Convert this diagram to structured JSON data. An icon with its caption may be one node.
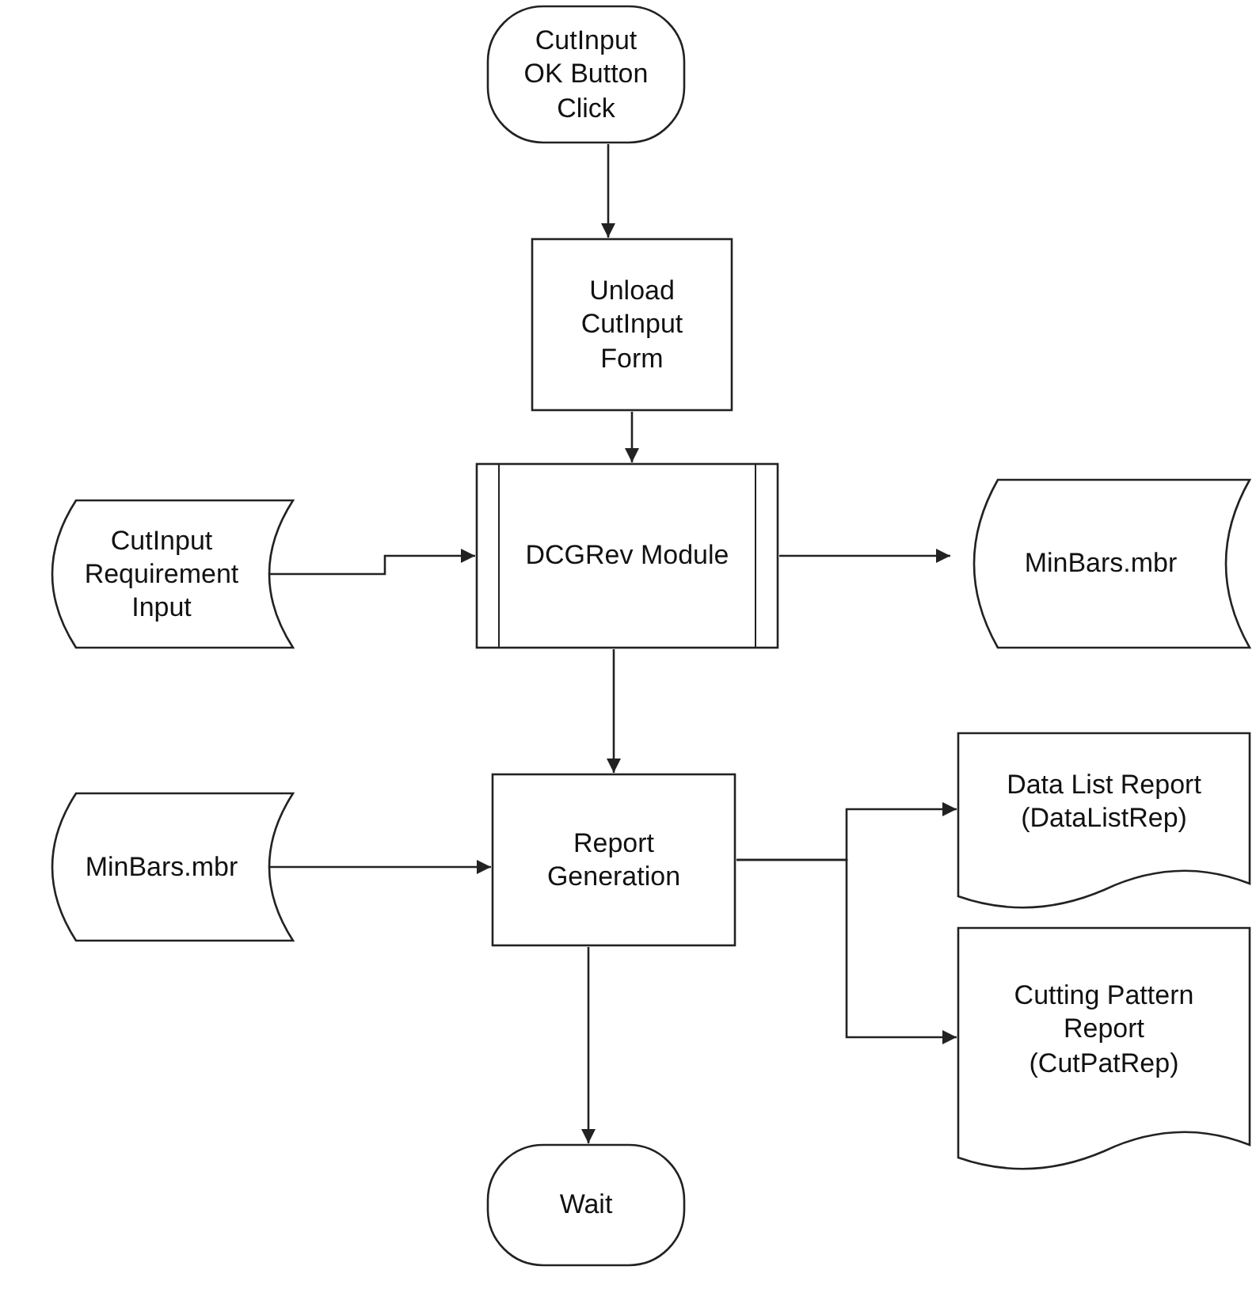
{
  "diagram": {
    "nodes": [
      {
        "text": [
          "CutInput OK Button Click"
        ]
      },
      {
        "text": [
          "Unload CutInput Form"
        ]
      },
      {
        "text": [
          "DCGRev Module"
        ]
      },
      {
        "text": [
          "CutInput Requirement Input"
        ]
      },
      {
        "text": [
          "MinBars.mbr"
        ]
      },
      {
        "text": [
          "Report Generation"
        ]
      },
      {
        "text": [
          "MinBars.mbr"
        ]
      },
      {
        "text": [
          "Data List Report (DataListRep)"
        ]
      },
      {
        "text": [
          "Cutting Pattern Report (CutPatRep)"
        ]
      },
      {
        "text": [
          "Wait"
        ]
      }
    ],
    "edges": [
      {
        "from": 0,
        "to": 1,
        "arrow": "to"
      },
      {
        "from": 1,
        "to": 2,
        "arrow": "to"
      },
      {
        "from": 3,
        "to": 2,
        "arrow": "to"
      },
      {
        "from": 2,
        "to": 4,
        "arrow": "to"
      },
      {
        "from": 2,
        "to": 5,
        "arrow": "to"
      },
      {
        "from": 6,
        "to": 5,
        "arrow": "to"
      },
      {
        "from": 5,
        "to": 7,
        "arrow": "to"
      },
      {
        "from": 5,
        "to": 8,
        "arrow": "to"
      },
      {
        "from": 5,
        "to": 9,
        "arrow": "to"
      }
    ]
  }
}
